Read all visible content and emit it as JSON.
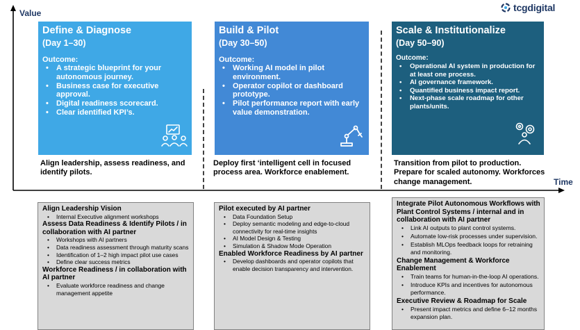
{
  "axis": {
    "y_label": "Value",
    "x_label": "Time"
  },
  "brand": {
    "name": "tcgdigital",
    "color": "#1f3864",
    "icon": "logo-mark-icon"
  },
  "colors": {
    "phase1": "#3fa8e6",
    "phase2": "#4289d6",
    "phase3": "#1d5f7e",
    "detail_bg": "#d9d9d9"
  },
  "phases": [
    {
      "title": "Define & Diagnose",
      "days": "(Day 1–30)",
      "outcome_label": "Outcome:",
      "outcomes": [
        "A strategic blueprint for your autonomous journey.",
        "Business case for executive approval.",
        "Digital readiness scorecard.",
        "Clear identified KPI’s."
      ],
      "icon": "team-strategy-icon",
      "description": "Align leadership, assess readiness, and identify pilots."
    },
    {
      "title": "Build & Pilot",
      "days": "(Day 30–50)",
      "outcome_label": "Outcome:",
      "outcomes": [
        "Working AI model in pilot environment.",
        "Operator copilot or dashboard prototype.",
        "Pilot performance report with early value demonstration."
      ],
      "icon": "robot-arm-icon",
      "description": "Deploy first ‘intelligent cell in focused process area. Workforce enablement."
    },
    {
      "title": "Scale & Institutionalize",
      "days": "(Day 50–90)",
      "outcome_label": "Outcome:",
      "outcomes": [
        "Operational AI system in production for at least one process.",
        "AI governance framework.",
        "Quantified business impact report.",
        "Next-phase scale roadmap for other plants/units."
      ],
      "icon": "person-gears-icon",
      "description": "Transition from pilot to production. Prepare for scaled autonomy. Workforces change management."
    }
  ],
  "details": [
    {
      "sections": [
        {
          "heading": "Align Leadership Vision",
          "items": [
            "Internal Executive alignment workshops"
          ]
        },
        {
          "heading": "Assess Data Readiness & Identify Pilots / in collaboration with AI partner",
          "items": [
            "Workshops with AI partners",
            "Data readiness assessment through maturity scans",
            "Identification of 1–2 high impact pilot use cases",
            "Define clear success metrics"
          ]
        },
        {
          "heading": "Workforce Readiness / in collaboration with AI partner",
          "items": [
            "Evaluate workforce readiness and change management appetite"
          ]
        }
      ]
    },
    {
      "sections": [
        {
          "heading": "Pilot executed by AI partner",
          "items": [
            "Data Foundation Setup",
            "Deploy semantic modeling and edge-to-cloud connectivity for real-time insights",
            "AI Model Design & Testing",
            "Simulation & Shadow Mode Operation"
          ]
        },
        {
          "heading": "Enabled Workforce Readiness by AI partner",
          "items": [
            "Develop dashboards and operator copilots that enable decision transparency and intervention."
          ]
        }
      ]
    },
    {
      "sections": [
        {
          "heading": "Integrate Pilot Autonomous Workflows with Plant Control Systems / internal and in collaboration with AI partner",
          "items": [
            "Link AI outputs to plant control systems.",
            "Automate low-risk processes under supervision.",
            "Establish MLOps feedback loops for retraining and monitoring."
          ]
        },
        {
          "heading": "Change Management & Workforce Enablement",
          "items": [
            "Train teams for human-in-the-loop AI operations.",
            "Introduce KPIs and incentives for autonomous performance."
          ]
        },
        {
          "heading": "Executive Review & Roadmap for Scale",
          "items": [
            "Present impact metrics and define 6–12 months expansion plan."
          ]
        }
      ]
    }
  ]
}
